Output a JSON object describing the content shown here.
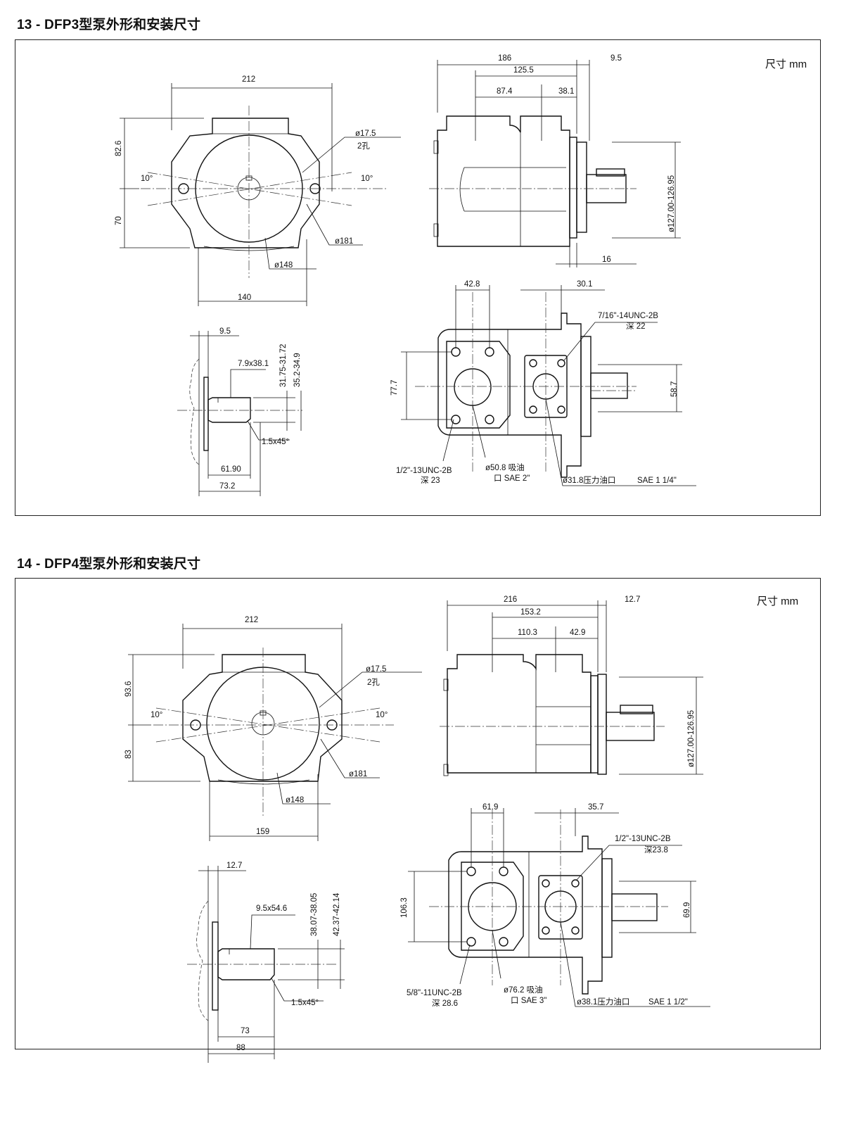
{
  "sections": [
    {
      "title": "13 - DFP3型泵外形和安装尺寸",
      "unit": "尺寸 mm",
      "front": {
        "width": "212",
        "upper": "82.6",
        "lower": "70",
        "angle_left": "10°",
        "angle_right": "10°",
        "hole_dia": "ø17.5",
        "hole_count": "2孔",
        "pcd": "ø181",
        "pilot": "ø148",
        "base": "140"
      },
      "side": {
        "overall": "186",
        "flange": "9.5",
        "d1": "125.5",
        "d2": "87.4",
        "d3": "38.1",
        "shaft_dia": "ø127.00-126.95",
        "pilot_len": "16"
      },
      "shaft": {
        "step": "9.5",
        "key": "7.9x38.1",
        "d_a": "31.75-31.72",
        "d_b": "35.2-34.9",
        "chamfer": "1.5x45°",
        "l1": "61.90",
        "l2": "73.2"
      },
      "top": {
        "x1": "42.8",
        "x2": "30.1",
        "h1": "77.7",
        "h2": "58.7",
        "thread_p": "7/16\"-14UNC-2B",
        "depth_p": "深 22",
        "thread_s": "1/2\"-13UNC-2B",
        "depth_s": "深 23",
        "suction_a": "ø50.8 吸油",
        "suction_b": "口  SAE 2\"",
        "pressure": "ø31.8压力油口",
        "pressure_sae": "SAE 1 1/4\""
      }
    },
    {
      "title": "14 - DFP4型泵外形和安装尺寸",
      "unit": "尺寸  mm",
      "front": {
        "width": "212",
        "upper": "93.6",
        "lower": "83",
        "angle_left": "10°",
        "angle_right": "10°",
        "hole_dia": "ø17.5",
        "hole_count": "2孔",
        "pcd": "ø181",
        "pilot": "ø148",
        "base": "159"
      },
      "side": {
        "overall": "216",
        "flange": "12.7",
        "d1": "153.2",
        "d2": "110.3",
        "d3": "42.9",
        "shaft_dia": "ø127.00-126.95"
      },
      "shaft": {
        "step": "12.7",
        "key": "9.5x54.6",
        "d_a": "38.07-38.05",
        "d_b": "42.37-42.14",
        "chamfer": "1.5x45°",
        "l1": "73",
        "l2": "88"
      },
      "top": {
        "x1": "61.9",
        "x2": "35.7",
        "h1": "106.3",
        "h2": "69.9",
        "thread_p": "1/2\"-13UNC-2B",
        "depth_p": "深23.8",
        "thread_s": "5/8\"-11UNC-2B",
        "depth_s": "深  28.6",
        "suction_a": "ø76.2  吸油",
        "suction_b": "口  SAE 3\"",
        "pressure": "ø38.1压力油口",
        "pressure_sae": "SAE 1 1/2\""
      }
    }
  ]
}
